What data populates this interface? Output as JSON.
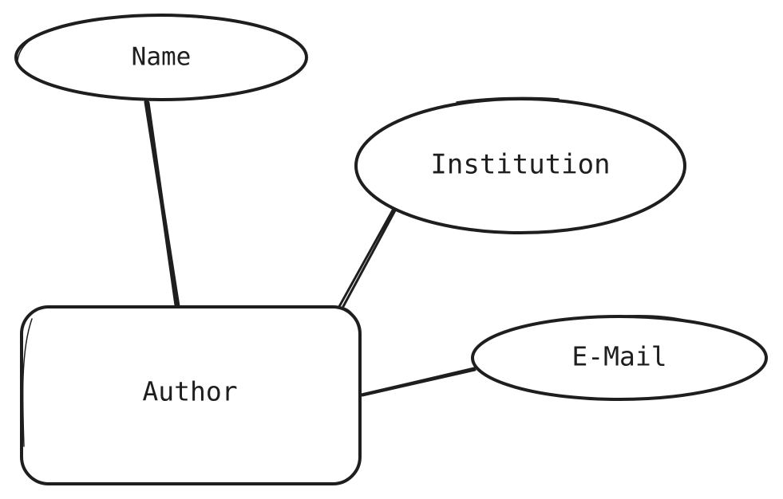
{
  "diagram": {
    "entity": {
      "label": "Author"
    },
    "attributes": [
      {
        "id": "name",
        "label": "Name"
      },
      {
        "id": "institution",
        "label": "Institution"
      },
      {
        "id": "email",
        "label": "E-Mail"
      }
    ]
  },
  "colors": {
    "stroke": "#1e1e1e",
    "background": "#ffffff"
  }
}
